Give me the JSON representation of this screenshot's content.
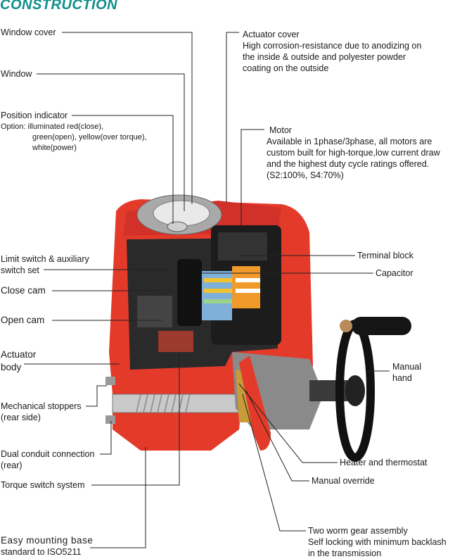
{
  "title": "CONSTRUCTION",
  "colors": {
    "title": "#0e8f8c",
    "body_red": "#e43a2a",
    "dark": "#1c1c1c",
    "metal": "#b9b9b9"
  },
  "labels": {
    "window_cover": "Window cover",
    "window": "Window",
    "position_indicator": "Position indicator",
    "option_line1": "Option: illuminated red(close),",
    "option_line2": "green(open), yellow(over torque),",
    "option_line3": "white(power)",
    "limit_switch_line1": "Limit switch & auxiliary",
    "limit_switch_line2": "switch set",
    "close_cam": "Close cam",
    "open_cam": "Open cam",
    "actuator_body_line1": "Actuator",
    "actuator_body_line2": "body",
    "mechanical_stoppers_line1": "Mechanical stoppers",
    "mechanical_stoppers_line2": "(rear side)",
    "dual_conduit_line1": "Dual conduit connection",
    "dual_conduit_line2": "(rear)",
    "torque_switch": "Torque switch system",
    "mounting_base_line1": "Easy mounting base",
    "mounting_base_line2": "standard to ISO5211",
    "actuator_cover": "Actuator cover",
    "actuator_cover_desc1": "High corrosion-resistance due to  anodizing on",
    "actuator_cover_desc2": "the inside & outside and polyester powder",
    "actuator_cover_desc3": "coating on the outside",
    "motor": "Motor",
    "motor_desc1": "Available in 1phase/3phase, all motors are",
    "motor_desc2": "custom built for high-torque,low current draw",
    "motor_desc3": "and the highest duty cycle ratings offered.",
    "motor_desc4": "(S2:100%, S4:70%)",
    "terminal_block": "Terminal block",
    "capacitor": "Capacitor",
    "manual_hand_line1": "Manual",
    "manual_hand_line2": "hand",
    "heater_thermostat": "Heater and thermostat",
    "manual_override": "Manual override",
    "worm_gear_line1": "Two worm gear assembly",
    "worm_gear_line2": "Self locking with minimum backlash",
    "worm_gear_line3": "in the transmission"
  }
}
